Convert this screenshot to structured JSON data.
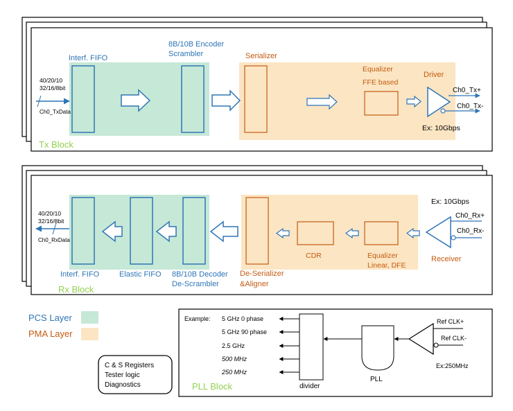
{
  "tx": {
    "input_widths_1": "40/20/10",
    "input_widths_2": "32/16/8bit",
    "input_signal": "Ch0_TxData",
    "interf_fifo": "Interf. FIFO",
    "encoder_1": "8B/10B Encoder",
    "encoder_2": "Scrambler",
    "serializer": "Serializer",
    "equalizer_1": "Equalizer",
    "equalizer_2": "FFE based",
    "driver": "Driver",
    "out_p": "Ch0_Tx+",
    "out_n": "Ch0_Tx-",
    "rate": "Ex: 10Gbps",
    "block_label": "Tx Block"
  },
  "rx": {
    "output_widths_1": "40/20/10",
    "output_widths_2": "32/16/8bit",
    "output_signal": "Ch0_RxData",
    "interf_fifo": "Interf. FIFO",
    "elastic_fifo": "Elastic FIFO",
    "decoder_1": "8B/10B Decoder",
    "decoder_2": "De-Scrambler",
    "deserializer_1": "De-Serializer",
    "deserializer_2": "&Aligner",
    "cdr": "CDR",
    "equalizer_1": "Equalizer",
    "equalizer_2": "Linear, DFE",
    "receiver": "Receiver",
    "in_p": "Ch0_Rx+",
    "in_n": "Ch0_Rx-",
    "rate": "Ex: 10Gbps",
    "block_label": "Rx Block"
  },
  "legend": {
    "pcs": "PCS Layer",
    "pma": "PMA Layer",
    "pcs_color": "#c6e8d6",
    "pma_color": "#fbe5c3"
  },
  "registers": {
    "line1": "C & S Registers",
    "line2": "Tester logic",
    "line3": "Diagnostics"
  },
  "pll": {
    "example": "Example:",
    "out1": "5 GHz 0   phase",
    "out2": "5 GHz 90 phase",
    "out3": "2.5 GHz",
    "out4": "500 MHz",
    "out5": "250 MHz",
    "divider": "divider",
    "pll": "PLL",
    "ref_p": "Ref CLK+",
    "ref_n": "Ref CLK-",
    "ref_rate": "Ex:250MHz",
    "block_label": "PLL Block"
  },
  "colors": {
    "blue": "#2e75b6",
    "green": "#92d050",
    "orange": "#c55a11"
  }
}
